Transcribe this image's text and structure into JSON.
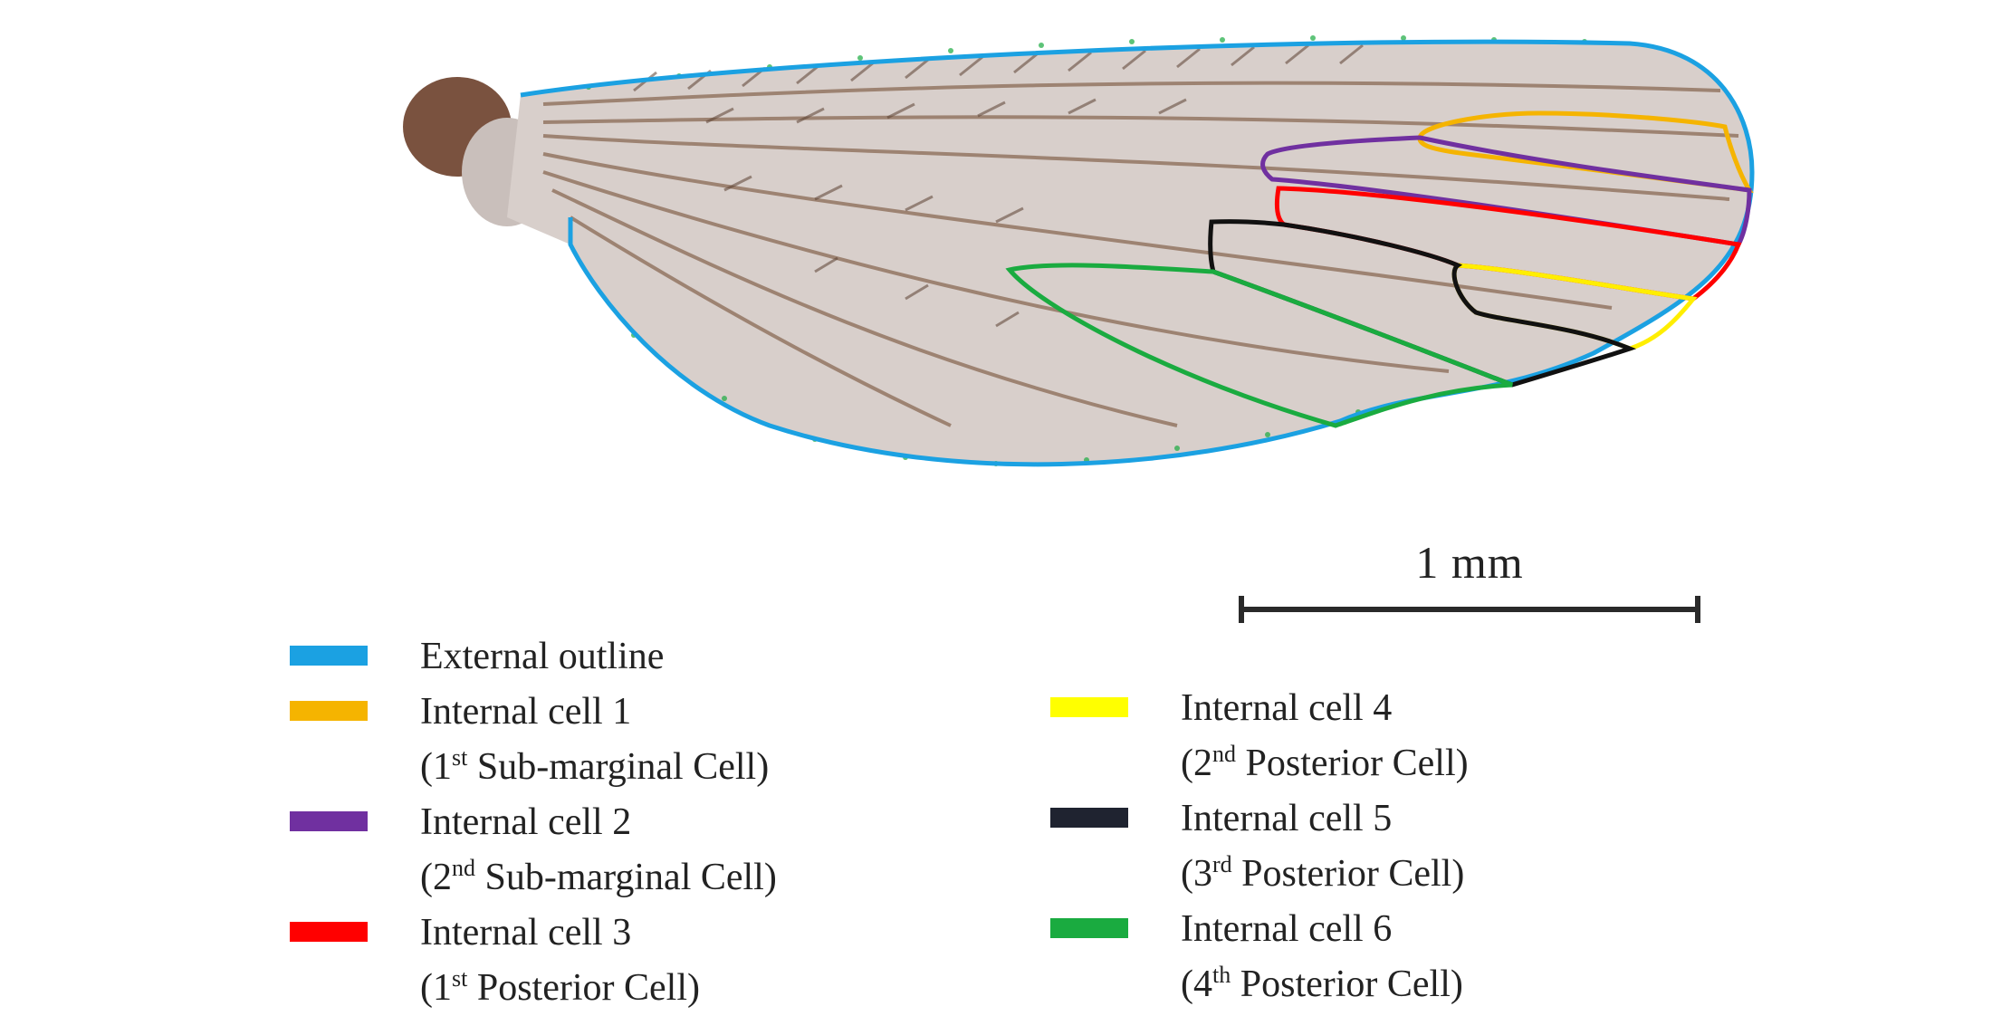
{
  "figure": {
    "colors": {
      "membrane": "#d8cfcb",
      "vein": "#8a6a55",
      "setae": "#5b4031",
      "base": "#6b3f2a"
    }
  },
  "scale_bar": {
    "label": "1 mm"
  },
  "legend": {
    "items": [
      {
        "color": "#1ba1e2",
        "title": "External outline"
      },
      {
        "color": "#f5b400",
        "title": "Internal cell 1",
        "sub_prefix": "(1",
        "sub_sup": "st",
        "sub_suffix": " Sub-marginal Cell)"
      },
      {
        "color": "#7030a0",
        "title": "Internal cell 2",
        "sub_prefix": "(2",
        "sub_sup": "nd",
        "sub_suffix": " Sub-marginal Cell)"
      },
      {
        "color": "#ff0000",
        "title": "Internal cell 3",
        "sub_prefix": "(1",
        "sub_sup": "st",
        "sub_suffix": " Posterior Cell)"
      },
      {
        "color": "#ffff00",
        "title": "Internal cell 4",
        "sub_prefix": "(2",
        "sub_sup": "nd",
        "sub_suffix": " Posterior Cell)"
      },
      {
        "color": "#1f2330",
        "title": "Internal cell 5",
        "sub_prefix": "(3",
        "sub_sup": "rd",
        "sub_suffix": " Posterior Cell)"
      },
      {
        "color": "#1aab40",
        "title": "Internal cell 6",
        "sub_prefix": "(4",
        "sub_sup": "th",
        "sub_suffix": " Posterior Cell)"
      }
    ]
  }
}
